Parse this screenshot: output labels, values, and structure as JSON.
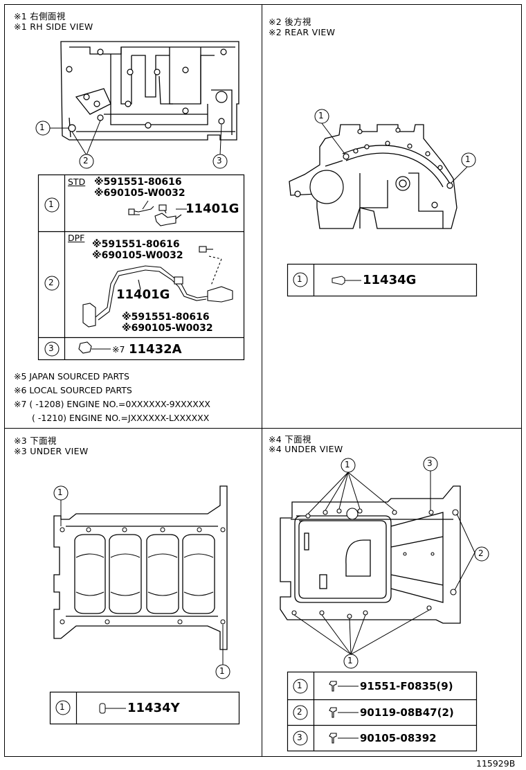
{
  "panels": {
    "rh_side": {
      "title_jp": "※1 右側面視",
      "title_en": "※1 RH SIDE VIEW",
      "callouts": [
        "1",
        "2",
        "3"
      ],
      "table": {
        "rows": [
          {
            "num": "1",
            "tag": "STD",
            "lines": [
              "※591551-80616",
              "※690105-W0032"
            ],
            "part": "11401G"
          },
          {
            "num": "2",
            "tag": "DPF",
            "lines_top": [
              "※591551-80616",
              "※690105-W0032"
            ],
            "part": "11401G",
            "lines_bottom": [
              "※591551-80616",
              "※690105-W0032"
            ]
          },
          {
            "num": "3",
            "prefix": "※7",
            "part": "11432A"
          }
        ]
      },
      "notes": [
        "※5 JAPAN SOURCED PARTS",
        "※6 LOCAL SOURCED PARTS",
        "※7 (         -1208) ENGINE NO.=0XXXXXX-9XXXXXX",
        "(         -1210) ENGINE NO.=JXXXXXX-LXXXXXX"
      ]
    },
    "rear": {
      "title_jp": "※2 後方視",
      "title_en": "※2 REAR VIEW",
      "callouts": [
        "1",
        "1"
      ],
      "table": {
        "num": "1",
        "part": "11434G"
      }
    },
    "under3": {
      "title_jp": "※3 下面視",
      "title_en": "※3 UNDER VIEW",
      "callouts": [
        "1",
        "1"
      ],
      "table": {
        "num": "1",
        "part": "11434Y"
      }
    },
    "under4": {
      "title_jp": "※4 下面視",
      "title_en": "※4 UNDER VIEW",
      "callouts": [
        "1",
        "3",
        "2",
        "1"
      ],
      "table": [
        {
          "num": "1",
          "part": "91551-F0835(9)"
        },
        {
          "num": "2",
          "part": "90119-08B47(2)"
        },
        {
          "num": "3",
          "part": "90105-08392"
        }
      ]
    }
  },
  "figure_id": "115929B"
}
